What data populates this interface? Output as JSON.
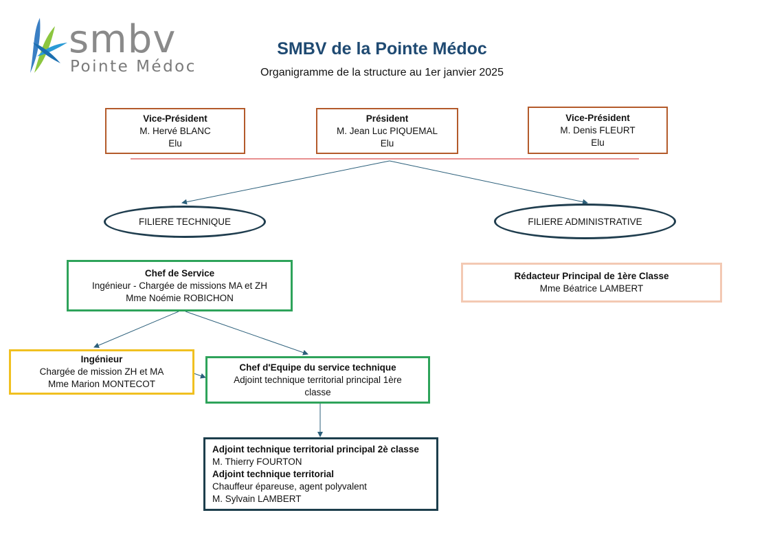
{
  "header": {
    "logo_text": "smbv",
    "logo_subtext": "Pointe Médoc",
    "title": "SMBV de la Pointe Médoc",
    "subtitle": "Organigramme de la structure au 1er janvier 2025"
  },
  "colors": {
    "title": "#1f4a72",
    "elected_border": "#b35a2a",
    "elected_line": "#e06a6a",
    "technical_border": "#2ea35a",
    "engineer_border": "#f0c020",
    "admin_border": "#f3c9b3",
    "agents_border": "#1c3e4c",
    "oval_border": "#1f3d4e",
    "arrow": "#2b5f7a"
  },
  "elected": {
    "vp_left": {
      "role": "Vice-Président",
      "name": "M. Hervé BLANC",
      "status": "Elu"
    },
    "president": {
      "role": "Président",
      "name": "M. Jean Luc PIQUEMAL",
      "status": "Elu"
    },
    "vp_right": {
      "role": "Vice-Président",
      "name": "M. Denis FLEURT",
      "status": "Elu"
    }
  },
  "branches": {
    "technique": "FILIERE TECHNIQUE",
    "administrative": "FILIERE ADMINISTRATIVE"
  },
  "technique": {
    "chef_service": {
      "role": "Chef de Service",
      "title": "Ingénieur - Chargée de missions MA et ZH",
      "name": "Mme Noémie ROBICHON"
    },
    "ingenieur": {
      "role": "Ingénieur",
      "title": "Chargée de mission ZH et MA",
      "name": "Mme Marion MONTECOT"
    },
    "chef_equipe": {
      "role": "Chef d'Equipe du service technique",
      "title": "Adjoint technique territorial principal 1ère classe"
    },
    "agents": {
      "role1": "Adjoint technique territorial principal 2è classe",
      "name1": "M. Thierry FOURTON",
      "role2": "Adjoint technique territorial",
      "title2": "Chauffeur épareuse, agent polyvalent",
      "name2": "M. Sylvain LAMBERT"
    }
  },
  "administrative": {
    "redacteur": {
      "role": "Rédacteur Principal de 1ère Classe",
      "name": "Mme Béatrice LAMBERT"
    }
  }
}
